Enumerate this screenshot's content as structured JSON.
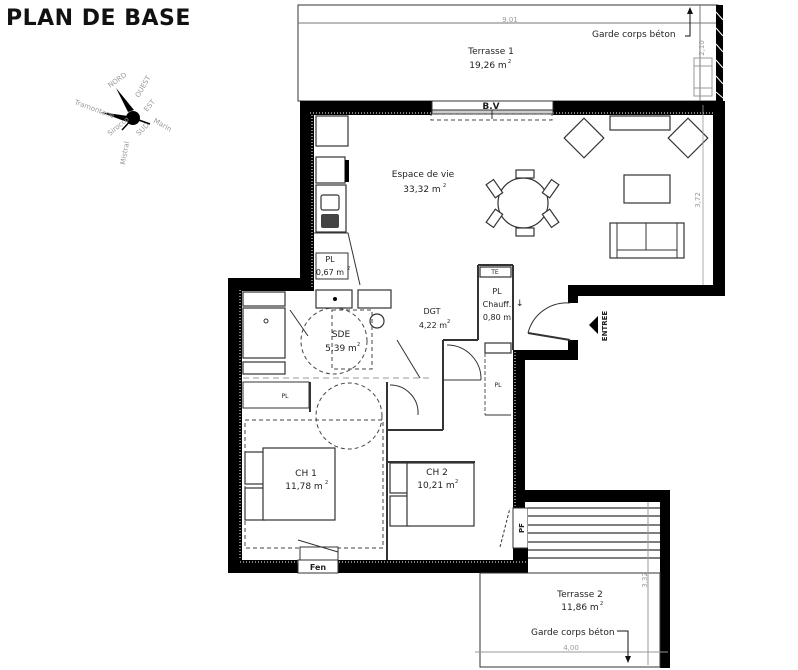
{
  "title": "PLAN DE BASE",
  "compass": {
    "labels": [
      "NORD",
      "OUEST",
      "EST",
      "SUD",
      "Tramontane",
      "Marin",
      "Sirocco",
      "Mistral"
    ]
  },
  "rooms": {
    "terrasse1": {
      "name": "Terrasse 1",
      "area": "19,26 m",
      "sup": "2"
    },
    "espace_vie": {
      "name": "Espace de vie",
      "area": "33,32 m",
      "sup": "2"
    },
    "pl1": {
      "name": "PL",
      "area": "0,67 m",
      "sup": "2"
    },
    "sde": {
      "name": "SDE",
      "area": "5,39 m",
      "sup": "2"
    },
    "dgt": {
      "name": "DGT",
      "area": "4,22 m",
      "sup": "2"
    },
    "pl_chauff": {
      "name": "PL",
      "sub": "Chauff.",
      "area": "0,80 m",
      "sup": "2"
    },
    "pl2": {
      "name": "PL"
    },
    "pl3": {
      "name": "PL"
    },
    "ch1": {
      "name": "CH 1",
      "area": "11,78 m",
      "sup": "2"
    },
    "ch2": {
      "name": "CH 2",
      "area": "10,21 m",
      "sup": "2"
    },
    "terrasse2": {
      "name": "Terrasse 2",
      "area": "11,86 m",
      "sup": "2"
    }
  },
  "annotations": {
    "garde_corps_top": "Garde corps béton",
    "garde_corps_bottom": "Garde corps béton",
    "bv": "B.V",
    "te": "TE",
    "entree": "ENTREE",
    "fen": "Fen",
    "pf": "PF"
  },
  "dimensions": {
    "terrasse1_width": "9,01",
    "terrasse1_depth": "2,10",
    "living_depth": "3,72",
    "terrasse2_width": "4,00",
    "terrasse2_depth": "3,32"
  }
}
